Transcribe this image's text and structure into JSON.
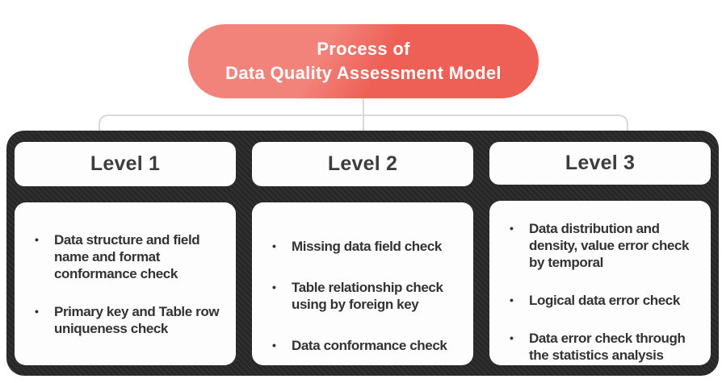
{
  "title": {
    "line1": "Process of",
    "line2": "Data Quality Assessment Model"
  },
  "bullet_glyph": "•",
  "levels": [
    {
      "label": "Level 1",
      "items": [
        "Data structure and field name and format conformance check",
        "Primary key and Table row uniqueness check"
      ]
    },
    {
      "label": "Level 2",
      "items": [
        "Missing  data field check",
        "Table relationship check using by  foreign key",
        "Data conformance check"
      ]
    },
    {
      "label": "Level 3",
      "items": [
        "Data distribution and density, value  error check by temporal",
        "Logical data error check",
        "Data error check through the statistics analysis"
      ]
    }
  ],
  "colors": {
    "pill_red_base": "#ee5f55",
    "pill_red_highlight": "#f2837b",
    "board_dark": "#272727",
    "box_white": "#fdfdfd",
    "text_dark": "#333333",
    "connector_gray": "#d9d9d9"
  }
}
